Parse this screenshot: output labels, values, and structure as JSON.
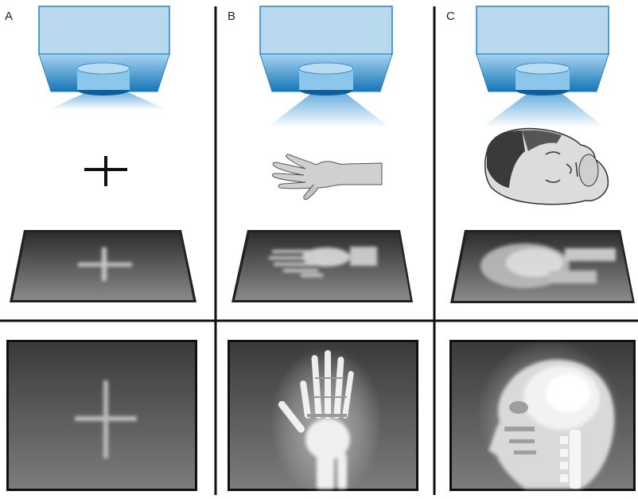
{
  "panels": [
    {
      "label": "A",
      "subject": "cross",
      "image": "cross-shadow"
    },
    {
      "label": "B",
      "subject": "hand",
      "image": "hand-xray"
    },
    {
      "label": "C",
      "subject": "head",
      "image": "skull-xray"
    }
  ],
  "colors": {
    "source_top": "#b8d8ee",
    "source_edge": "#2a7fc0",
    "source_band_top": "#a6d4f2",
    "source_band_bottom": "#1476b8",
    "beam": "#2f8fd0",
    "plate_dark": "#2d2d2d",
    "plate_light": "#8a8a8a",
    "divider": "#111111"
  }
}
